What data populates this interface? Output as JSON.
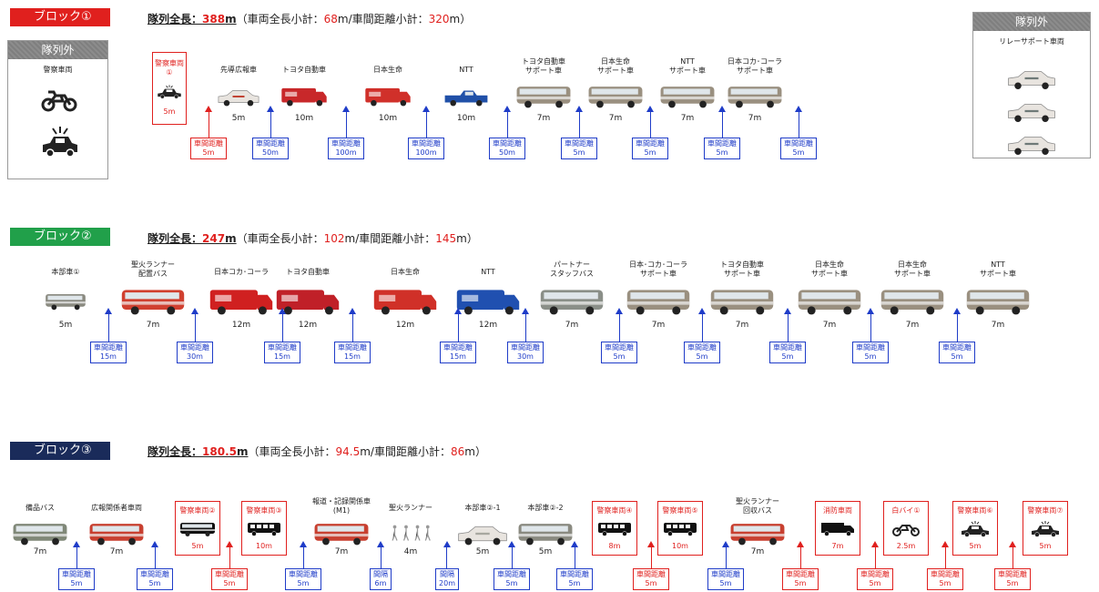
{
  "outside_left": {
    "title": "隊列外",
    "subtitle": "警察車両"
  },
  "outside_right": {
    "title": "隊列外",
    "subtitle": "リレーサポート車両"
  },
  "blocks": [
    {
      "label": "ブロック①",
      "color": "#e0201e",
      "summary": {
        "prefix": "隊列全長：",
        "total": "388",
        "unit": "m",
        "open": "（車両全長小計：",
        "vlen": "68",
        "mid": "m/車間距離小計：",
        "glen": "320",
        "close": "m）"
      }
    },
    {
      "label": "ブロック②",
      "color": "#21a04a",
      "summary": {
        "prefix": "隊列全長：",
        "total": "247",
        "unit": "m",
        "open": "（車両全長小計：",
        "vlen": "102",
        "mid": "m/車間距離小計：",
        "glen": "145",
        "close": "m）"
      }
    },
    {
      "label": "ブロック③",
      "color": "#1a2b5a",
      "summary": {
        "prefix": "隊列全長：",
        "total": "180.5",
        "unit": "m",
        "open": "（車両全長小計：",
        "vlen": "94.5",
        "mid": "m/車間距離小計：",
        "glen": "86",
        "close": "m）"
      }
    }
  ],
  "row1": {
    "police": {
      "name": "警察車両①",
      "len": "5m"
    },
    "vehicles": [
      {
        "name": "先導広報車",
        "len": "5m",
        "kind": "suv",
        "color": "#c04030"
      },
      {
        "name": "トヨタ自動車",
        "len": "10m",
        "kind": "truck",
        "color": "#c8282a"
      },
      {
        "name": "日本生命",
        "len": "10m",
        "kind": "truck",
        "color": "#d0302a"
      },
      {
        "name": "NTT",
        "len": "10m",
        "kind": "pickup",
        "color": "#2050a8"
      },
      {
        "name": "トヨタ自動車\nサポート車",
        "len": "7m",
        "kind": "bus",
        "color": "#9a9080"
      },
      {
        "name": "日本生命\nサポート車",
        "len": "7m",
        "kind": "bus",
        "color": "#9a9080"
      },
      {
        "name": "NTT\nサポート車",
        "len": "7m",
        "kind": "bus",
        "color": "#9a9080"
      },
      {
        "name": "日本コカ･コーラ\nサポート車",
        "len": "7m",
        "kind": "bus",
        "color": "#9a9080"
      }
    ],
    "gaps": [
      {
        "label": "車間距離\n5m",
        "style": "red"
      },
      {
        "label": "車間距離\n50m",
        "style": "blue"
      },
      {
        "label": "車間距離\n100m",
        "style": "blue"
      },
      {
        "label": "車間距離\n100m",
        "style": "blue"
      },
      {
        "label": "車間距離\n50m",
        "style": "blue"
      },
      {
        "label": "車間距離\n5m",
        "style": "blue"
      },
      {
        "label": "車間距離\n5m",
        "style": "blue"
      },
      {
        "label": "車間距離\n5m",
        "style": "blue"
      },
      {
        "label": "車間距離\n5m",
        "style": "blue"
      }
    ]
  },
  "row2": {
    "vehicles": [
      {
        "name": "本部車①",
        "len": "5m",
        "kind": "van",
        "color": "#8a8a80"
      },
      {
        "name": "聖火ランナー\n配置バス",
        "len": "7m",
        "kind": "bus",
        "color": "#d04030"
      },
      {
        "name": "日本コカ･コーラ",
        "len": "12m",
        "kind": "truck",
        "color": "#d02020"
      },
      {
        "name": "トヨタ自動車",
        "len": "12m",
        "kind": "truck",
        "color": "#c02028"
      },
      {
        "name": "日本生命",
        "len": "12m",
        "kind": "truck",
        "color": "#d03028"
      },
      {
        "name": "NTT",
        "len": "12m",
        "kind": "truck",
        "color": "#2050b0"
      },
      {
        "name": "パートナー\nスタッフバス",
        "len": "7m",
        "kind": "bus",
        "color": "#8a8f88"
      },
      {
        "name": "日本･コカ･コーラ\nサポート車",
        "len": "7m",
        "kind": "bus",
        "color": "#9a9080"
      },
      {
        "name": "トヨタ自動車\nサポート車",
        "len": "7m",
        "kind": "bus",
        "color": "#9a9080"
      },
      {
        "name": "日本生命\nサポート車",
        "len": "7m",
        "kind": "bus",
        "color": "#9a9080"
      },
      {
        "name": "日本生命\nサポート車",
        "len": "7m",
        "kind": "bus",
        "color": "#9a9080"
      },
      {
        "name": "NTT\nサポート車",
        "len": "7m",
        "kind": "bus",
        "color": "#9a9080"
      }
    ],
    "gaps": [
      {
        "label": "車間距離\n15m",
        "style": "blue"
      },
      {
        "label": "車間距離\n30m",
        "style": "blue"
      },
      {
        "label": "車間距離\n15m",
        "style": "blue"
      },
      {
        "label": "車間距離\n15m",
        "style": "blue"
      },
      {
        "label": "車間距離\n15m",
        "style": "blue"
      },
      {
        "label": "車間距離\n30m",
        "style": "blue"
      },
      {
        "label": "車間距離\n5m",
        "style": "blue"
      },
      {
        "label": "車間距離\n5m",
        "style": "blue"
      },
      {
        "label": "車間距離\n5m",
        "style": "blue"
      },
      {
        "label": "車間距離\n5m",
        "style": "blue"
      },
      {
        "label": "車間距離\n5m",
        "style": "blue"
      }
    ]
  },
  "row3": {
    "items": [
      {
        "type": "vehicle",
        "name": "備品バス",
        "len": "7m",
        "kind": "bus",
        "color": "#808878"
      },
      {
        "type": "vehicle",
        "name": "広報関係者車両",
        "len": "7m",
        "kind": "bus",
        "color": "#c84030"
      },
      {
        "type": "police",
        "name": "警察車両②",
        "len": "5m",
        "kind": "van"
      },
      {
        "type": "police",
        "name": "警察車両③",
        "len": "10m",
        "kind": "busblack"
      },
      {
        "type": "vehicle",
        "name": "報道・記録関係車\n(M1)",
        "len": "7m",
        "kind": "bus",
        "color": "#c84030"
      },
      {
        "type": "vehicle",
        "name": "聖火ランナー",
        "len": "4m",
        "kind": "runners",
        "color": "#999"
      },
      {
        "type": "vehicle",
        "name": "本部車②-1",
        "len": "5m",
        "kind": "sedan",
        "color": "#a8a8a0"
      },
      {
        "type": "vehicle",
        "name": "本部車②-2",
        "len": "5m",
        "kind": "van",
        "color": "#8a8a80"
      },
      {
        "type": "police",
        "name": "警察車両④",
        "len": "8m",
        "kind": "busblack"
      },
      {
        "type": "police",
        "name": "警察車両⑤",
        "len": "10m",
        "kind": "busblack"
      },
      {
        "type": "vehicle",
        "name": "聖火ランナー\n回収バス",
        "len": "7m",
        "kind": "bus",
        "color": "#c84030"
      },
      {
        "type": "police",
        "name": "消防車両",
        "len": "7m",
        "kind": "truckblack"
      },
      {
        "type": "police",
        "name": "白バイ①",
        "len": "2.5m",
        "kind": "moto"
      },
      {
        "type": "police",
        "name": "警察車両⑥",
        "len": "5m",
        "kind": "police"
      },
      {
        "type": "police",
        "name": "警察車両⑦",
        "len": "5m",
        "kind": "police"
      }
    ],
    "gaps": [
      {
        "label": "車間距離\n5m",
        "style": "blue"
      },
      {
        "label": "車間距離\n5m",
        "style": "blue"
      },
      {
        "label": "車間距離\n5m",
        "style": "red"
      },
      {
        "label": "車間距離\n5m",
        "style": "blue"
      },
      {
        "label": "間隔\n6m",
        "style": "blue"
      },
      {
        "label": "間隔\n20m",
        "style": "blue"
      },
      {
        "label": "車間距離\n5m",
        "style": "blue"
      },
      {
        "label": "車間距離\n5m",
        "style": "blue"
      },
      {
        "label": "車間距離\n5m",
        "style": "red"
      },
      {
        "label": "車間距離\n5m",
        "style": "blue"
      },
      {
        "label": "車間距離\n5m",
        "style": "red"
      },
      {
        "label": "車間距離\n5m",
        "style": "red"
      },
      {
        "label": "車間距離\n5m",
        "style": "red"
      },
      {
        "label": "車間距離\n5m",
        "style": "red"
      }
    ]
  }
}
